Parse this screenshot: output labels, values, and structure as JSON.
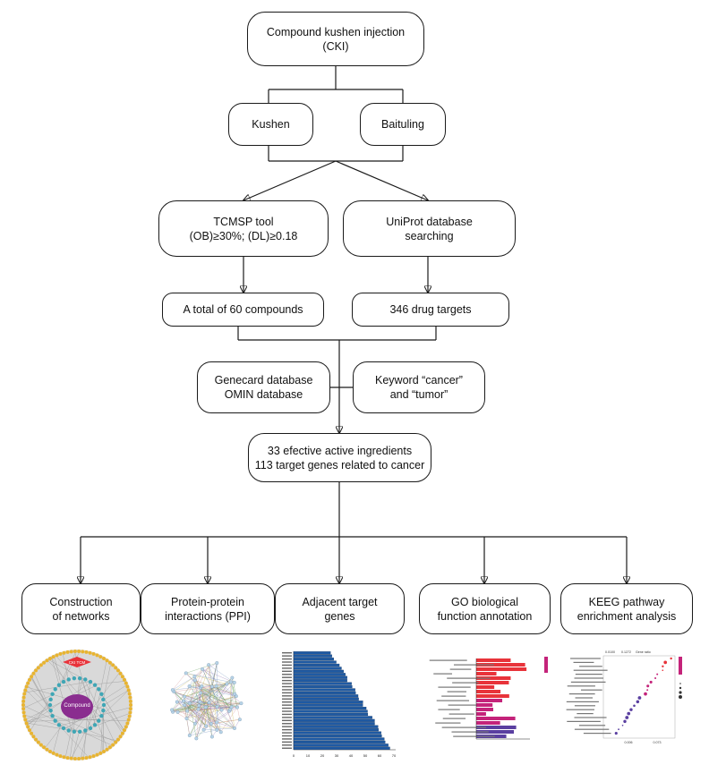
{
  "nodes": {
    "cki": [
      "Compound kushen injection",
      "(CKI)"
    ],
    "kushen": [
      "Kushen"
    ],
    "baituling": [
      "Baituling"
    ],
    "tcmsp": [
      "TCMSP tool",
      "(OB)≥30%; (DL)≥0.18"
    ],
    "uniprot": [
      "UniProt database",
      "searching"
    ],
    "compounds": [
      "A total of 60 compounds"
    ],
    "targets346": [
      "346 drug targets"
    ],
    "genecard": [
      "Genecard database",
      "OMIN database"
    ],
    "keyword": [
      "Keyword “cancer”",
      "and “tumor”"
    ],
    "effective": [
      "33 efective active ingredients",
      "113 target genes related to cancer"
    ],
    "networks": [
      "Construction",
      "of networks"
    ],
    "ppi": [
      "Protein-protein",
      "interactions (PPI)"
    ],
    "adjacent": [
      "Adjacent target",
      "genes"
    ],
    "go": [
      "GO biological",
      "function annotation"
    ],
    "keeg": [
      "KEEG pathway",
      "enrichment analysis"
    ]
  },
  "thumbnails": {
    "network": {
      "center_label": "Compound",
      "top_label": "CKI TCM"
    },
    "kegg": {
      "header_left": "0.0100",
      "header_mid": "0.1272",
      "header_right": "Gene ratio",
      "axis_left": "0.006",
      "axis_right": "0.073"
    }
  },
  "colors": {
    "bar_blue": "#1f5aa3",
    "go_red": "#e8333a",
    "go_magenta": "#c4237a",
    "go_purple": "#5a3fa0",
    "network_ring": "#e8b431",
    "network_inner": "#3fa6b5",
    "network_center": "#8a2d8f",
    "network_top": "#e8333a"
  }
}
